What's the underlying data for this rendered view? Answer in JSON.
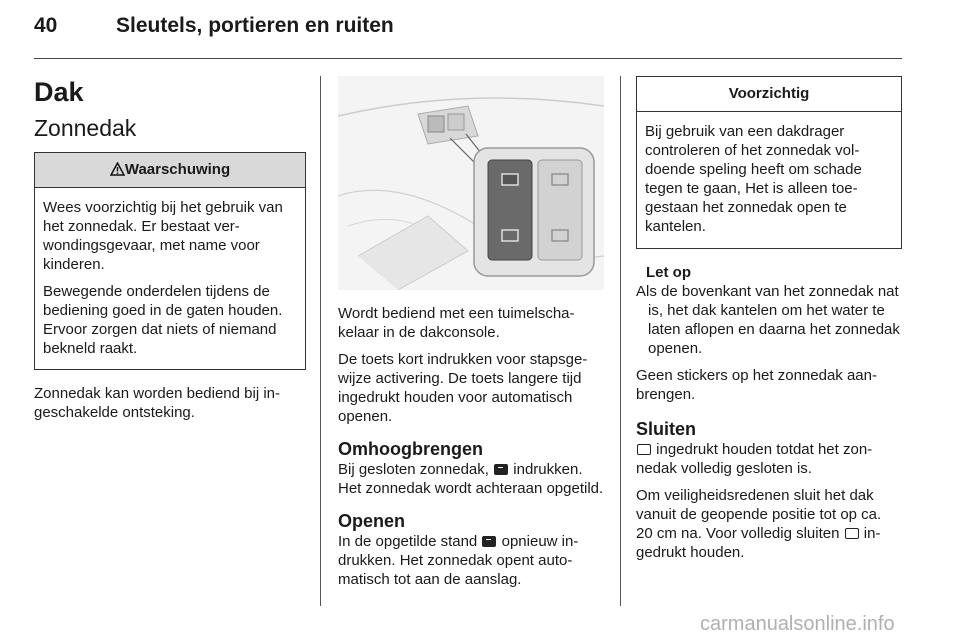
{
  "header": {
    "page_number": "40",
    "title": "Sleutels, portieren en ruiten"
  },
  "col1": {
    "heading": "Dak",
    "subheading": "Zonnedak",
    "warning": {
      "label": "Waarschuwing",
      "paragraphs": [
        "Wees voorzichtig bij het gebruik van het zonnedak. Er bestaat ver­wondingsgevaar, met name voor kinderen.",
        "Bewegende onderdelen tijdens de bediening goed in de gaten hou­den. Ervoor zorgen dat niets of niemand bekneld raakt."
      ]
    },
    "body": "Zonnedak kan worden bediend bij in­geschakelde ontsteking."
  },
  "col2": {
    "illustration_name": "sunroof-switch-illustration",
    "p1": "Wordt bediend met een tuimelscha­kelaar in de dakconsole.",
    "p2": "De toets kort indrukken voor stapsge­wijze activering. De toets langere tijd ingedrukt houden voor automatisch openen.",
    "omhoog": {
      "heading": "Omhoogbrengen",
      "text_before": "Bij gesloten zonnedak, ",
      "text_after": " indrukken. Het zonnedak wordt achteraan opge­tild."
    },
    "openen": {
      "heading": "Openen",
      "text_before": "In de opgetilde stand ",
      "text_after": " opnieuw in­drukken. Het zonnedak opent auto­matisch tot aan de aanslag."
    }
  },
  "col3": {
    "caution": {
      "label": "Voorzichtig",
      "text": "Bij gebruik van een dakdrager controleren of het zonnedak vol­doende speling heeft om schade tegen te gaan, Het is alleen toe­gestaan het zonnedak open te kantelen."
    },
    "note_label": "Let op",
    "note_text": "Als de bovenkant van het zonnedak nat is, het dak kantelen om het water te laten aflopen en daarna het zon­nedak openen.",
    "p1": "Geen stickers op het zonnedak aan­brengen.",
    "sluiten": {
      "heading": "Sluiten",
      "text": " ingedrukt houden totdat het zon­nedak volledig gesloten is.",
      "p2_before": "Om veiligheidsredenen sluit het dak vanuit de geopende positie tot op ca. 20 cm na. Voor volledig sluiten ",
      "p2_after": " in­gedrukt houden."
    }
  },
  "watermark": "carmanualsonline.info"
}
